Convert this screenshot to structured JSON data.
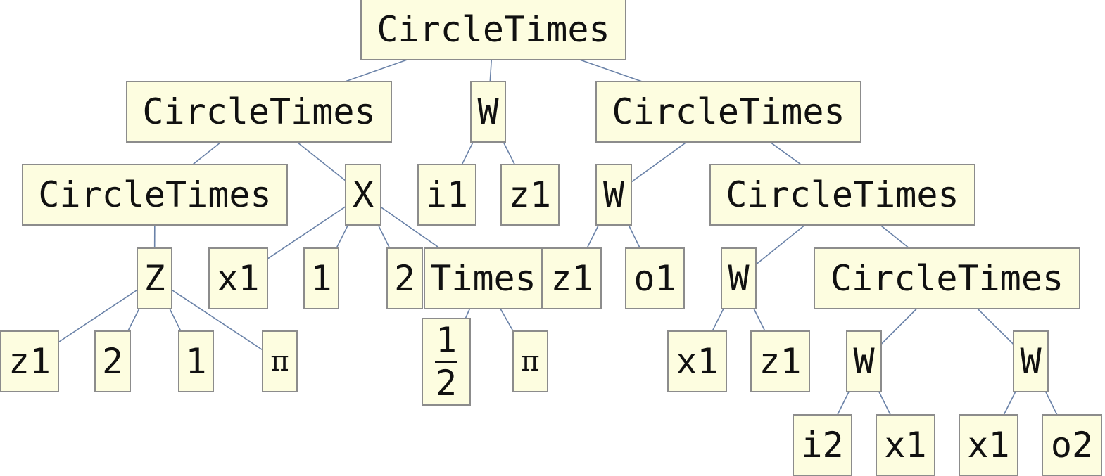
{
  "tree": {
    "nodes": {
      "n0": {
        "label": "CircleTimes"
      },
      "n1": {
        "label": "CircleTimes"
      },
      "n2": {
        "label": "W"
      },
      "n3": {
        "label": "CircleTimes"
      },
      "n4": {
        "label": "CircleTimes"
      },
      "n5": {
        "label": "X"
      },
      "n6": {
        "label": "i1"
      },
      "n7": {
        "label": "z1"
      },
      "n8": {
        "label": "W"
      },
      "n9": {
        "label": "CircleTimes"
      },
      "n10": {
        "label": "Z"
      },
      "n11": {
        "label": "x1"
      },
      "n12": {
        "label": "1"
      },
      "n13": {
        "label": "2"
      },
      "n14": {
        "label": "Times"
      },
      "n15": {
        "label": "z1"
      },
      "n16": {
        "label": "o1"
      },
      "n17": {
        "label": "W"
      },
      "n18": {
        "label": "CircleTimes"
      },
      "n19": {
        "label": "z1"
      },
      "n20": {
        "label": "2"
      },
      "n21": {
        "label": "1"
      },
      "n22": {
        "label": "π"
      },
      "n23": {
        "numerator": "1",
        "denominator": "2"
      },
      "n24": {
        "label": "π"
      },
      "n25": {
        "label": "x1"
      },
      "n26": {
        "label": "z1"
      },
      "n27": {
        "label": "W"
      },
      "n28": {
        "label": "W"
      },
      "n29": {
        "label": "i2"
      },
      "n30": {
        "label": "x1"
      },
      "n31": {
        "label": "x1"
      },
      "n32": {
        "label": "o2"
      }
    }
  }
}
